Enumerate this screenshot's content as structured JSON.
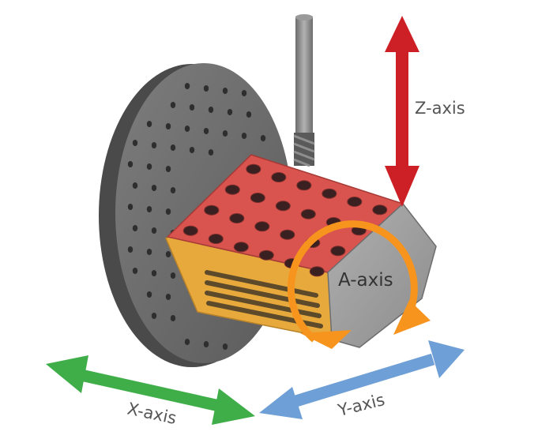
{
  "axes": {
    "z": {
      "label": "Z-axis",
      "color": "#cc2026"
    },
    "a": {
      "label": "A-axis",
      "color": "#f7941d"
    },
    "x": {
      "label": "X-axis",
      "color": "#3fae49"
    },
    "y": {
      "label": "Y-axis",
      "color": "#6e9fd6"
    }
  },
  "colors": {
    "fixture_plate": "#6f6f6f",
    "fixture_holes": "#3a3a3a",
    "vise_jaw": "#e7a93b",
    "workpiece_top": "#d9534f",
    "workpiece_end": "#9d9d9d",
    "tool": "#8a8a8a"
  },
  "icons": {
    "fixture": "rotary-fixture-plate-icon",
    "workpiece": "workpiece-block-icon",
    "tool": "end-mill-icon"
  }
}
